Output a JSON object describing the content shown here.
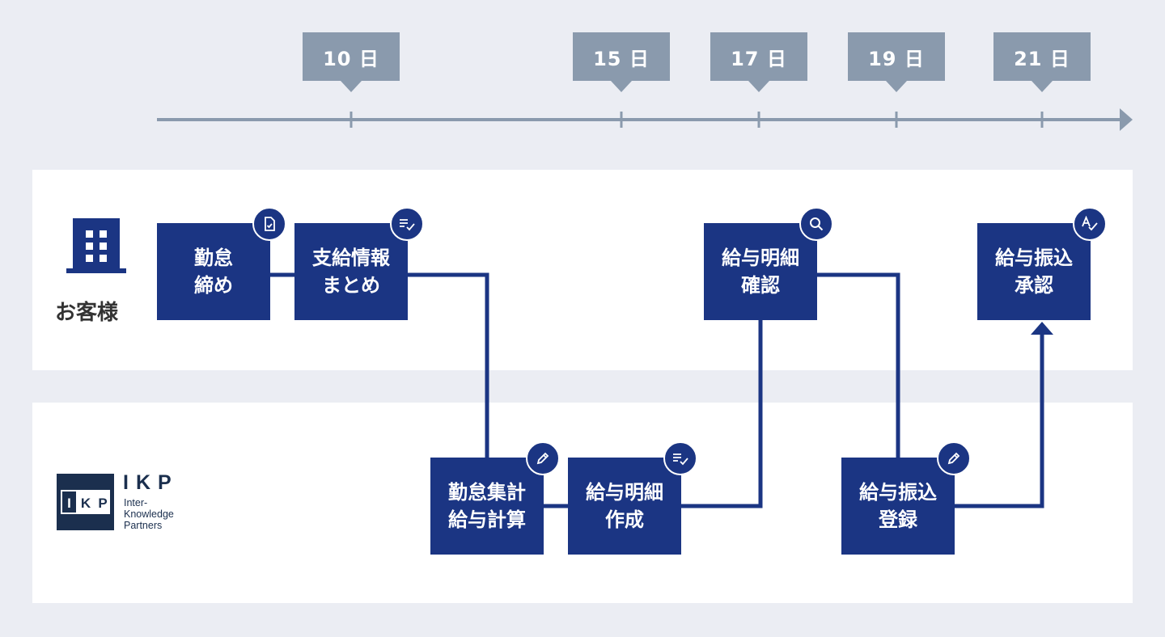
{
  "timeline": {
    "days": [
      {
        "label": "10 日"
      },
      {
        "label": "15 日"
      },
      {
        "label": "17 日"
      },
      {
        "label": "19 日"
      },
      {
        "label": "21 日"
      }
    ]
  },
  "lanes": {
    "customer": {
      "label": "お客様",
      "icon": "building-icon"
    },
    "ikp": {
      "logo_text": "IKP",
      "title": "IKP",
      "subtitle": "Inter-\nKnowledge\nPartners"
    }
  },
  "steps": [
    {
      "label": "勤怠\n締め",
      "lane": "customer",
      "icon": "document-check-icon"
    },
    {
      "label": "支給情報\nまとめ",
      "lane": "customer",
      "icon": "list-check-icon"
    },
    {
      "label": "勤怠集計\n給与計算",
      "lane": "ikp",
      "icon": "pencil-icon"
    },
    {
      "label": "給与明細\n作成",
      "lane": "ikp",
      "icon": "list-check-icon"
    },
    {
      "label": "給与明細\n確認",
      "lane": "customer",
      "icon": "search-icon"
    },
    {
      "label": "給与振込\n登録",
      "lane": "ikp",
      "icon": "pencil-icon"
    },
    {
      "label": "給与振込\n承認",
      "lane": "customer",
      "icon": "spellcheck-icon"
    }
  ],
  "colors": {
    "background": "#ebedf3",
    "timeline": "#8a9aad",
    "step": "#1b3583",
    "lane": "#ffffff"
  }
}
